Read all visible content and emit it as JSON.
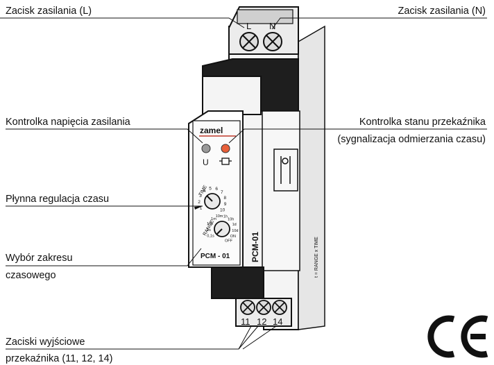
{
  "labels": {
    "terminal_L": "Zacisk zasilania (L)",
    "terminal_N": "Zacisk zasilania (N)",
    "supply_led": "Kontrolka napięcia zasilania",
    "relay_led_line1": "Kontrolka stanu przekaźnika",
    "relay_led_line2": "(sygnalizacja odmierzania czasu)",
    "time_adjust": "Płynna regulacja czasu",
    "range_line1": "Wybór  zakresu",
    "range_line2": "czasowego",
    "outputs_line1": "Zaciski wyjściowe",
    "outputs_line2": "przekaźnika (11, 12, 14)"
  },
  "device": {
    "brand": "zamel",
    "model": "PCM - 01",
    "side_model": "PCM-01",
    "terminal_L": "L",
    "terminal_N": "N",
    "led_u": "U",
    "dial_time_title": "TIME",
    "time_scale": [
      "1",
      "2",
      "3",
      "4",
      "5",
      "6",
      "7",
      "8",
      "9",
      "10"
    ],
    "dial_range_title": "RANGE",
    "range_scale": [
      "0,1s",
      "1s",
      "10s",
      "1m",
      "10m",
      "1h",
      "10h",
      "1d",
      "10d",
      "ON",
      "OFF"
    ],
    "out_11": "11",
    "out_12": "12",
    "out_14": "14",
    "side_text": "t = RANGE x TIME"
  },
  "mark": {
    "ce": "CE"
  },
  "colors": {
    "led_u": "#9a9a9a",
    "led_relay": "#e8603a",
    "brand": "#c0392b"
  }
}
